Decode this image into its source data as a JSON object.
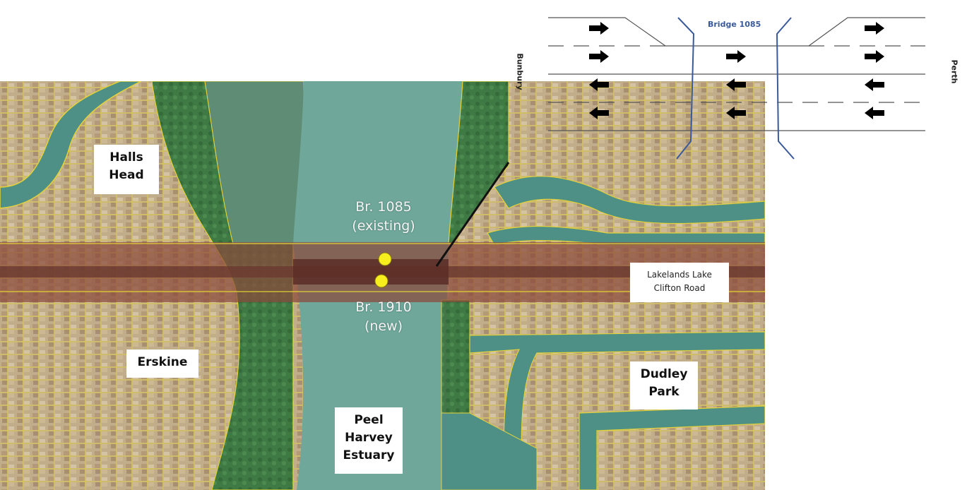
{
  "map": {
    "suburbs": [
      {
        "id": "halls-head",
        "lines": [
          "Halls",
          "Head"
        ]
      },
      {
        "id": "erskine",
        "lines": [
          "Erskine"
        ]
      },
      {
        "id": "dudley-park",
        "lines": [
          "Dudley",
          "Park"
        ]
      },
      {
        "id": "peel-harvey",
        "lines": [
          "Peel",
          "Harvey",
          "Estuary"
        ]
      }
    ],
    "bridges": {
      "existing": {
        "name": "Br. 1085",
        "status": "(existing)"
      },
      "new": {
        "name": "Br. 1910",
        "status": "(new)"
      }
    },
    "road": {
      "lines": [
        "Lakelands Lake",
        "Clifton Road"
      ]
    },
    "colors": {
      "water": "#4e8f86",
      "estuary": "#6fa79a",
      "urban": "#c2ad8a",
      "vegetation": "#3f7a45",
      "road_corridor": "#8b4a3c",
      "parcel_lines": "#e2d23a",
      "marker": "#f7ee1e"
    }
  },
  "diagram": {
    "title": "Bridge 1085",
    "left_label": "Bunbury",
    "right_label": "Perth",
    "arrow_color": "#000000",
    "bridge_color": "#3a5a9a",
    "lanes": [
      {
        "direction": "east"
      },
      {
        "direction": "east"
      },
      {
        "direction": "west"
      },
      {
        "direction": "west"
      }
    ]
  }
}
